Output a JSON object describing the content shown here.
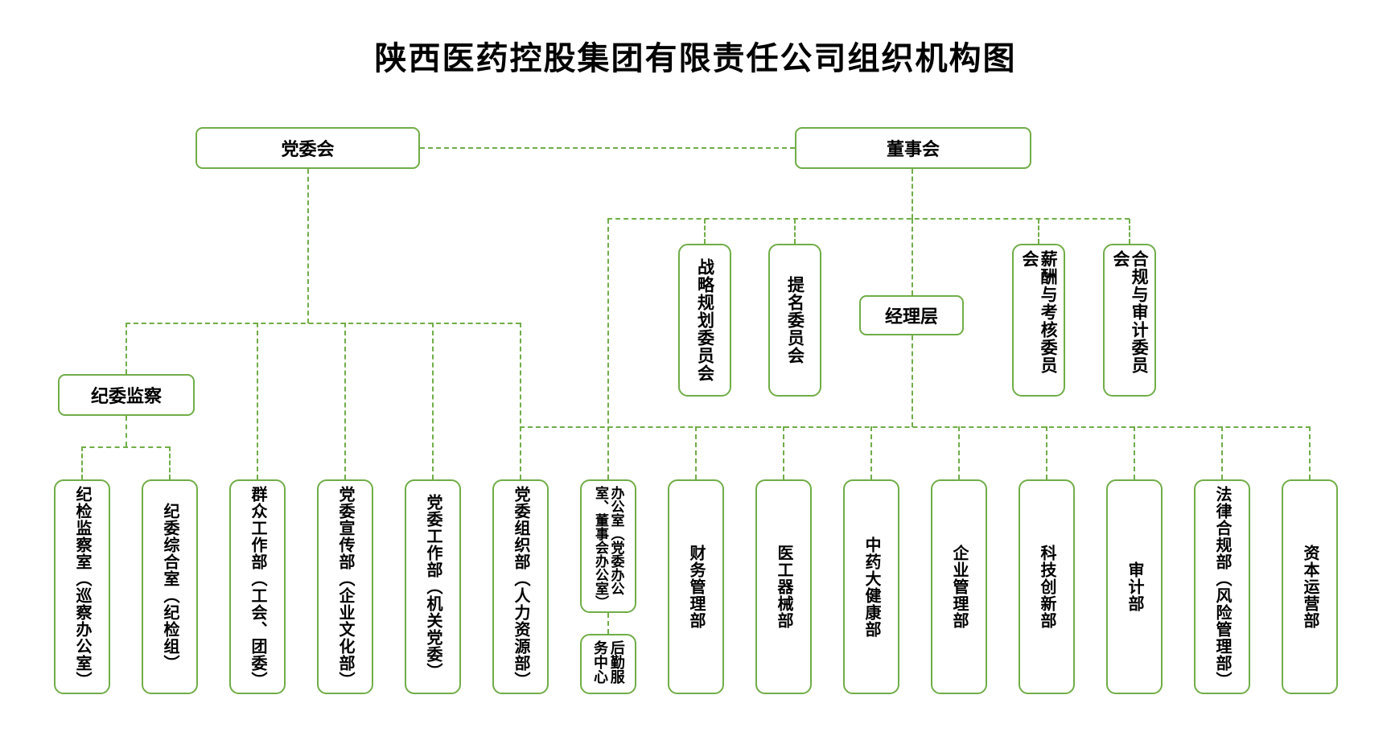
{
  "title": "陕西医药控股集团有限责任公司组织机构图",
  "colors": {
    "line_green": "#70ad47",
    "text": "#000000",
    "background": "#ffffff"
  },
  "nodes": {
    "party_committee": "党委会",
    "board": "董事会",
    "manager": "经理层",
    "discipline": "纪委监察",
    "logistics": "后勤服务中心"
  },
  "committees": [
    "战略规划委员会",
    "提名委员会",
    "薪酬与考核委员会",
    "合规与审计委员会"
  ],
  "bottom": [
    "纪检监察室（巡察办公室）",
    "纪委综合室（纪检组）",
    "群众工作部（工会、团委）",
    "党委宣传部（企业文化部）",
    "党委工作部（机关党委）",
    "党委组织部（人力资源部）",
    "办公室（党委办公室、董事会办公室）",
    "财务管理部",
    "医工器械部",
    "中药大健康部",
    "企业管理部",
    "科技创新部",
    "审计部",
    "法律合规部（风险管理部）",
    "资本运营部"
  ]
}
